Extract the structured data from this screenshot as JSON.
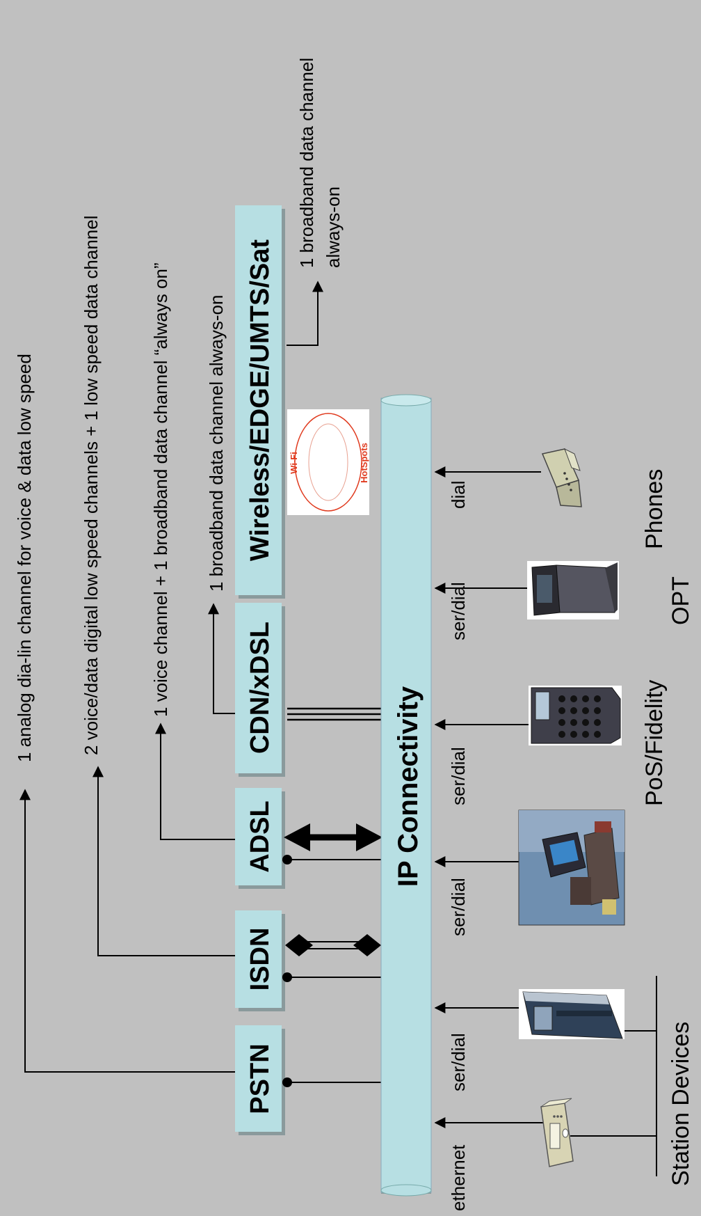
{
  "networks": [
    {
      "id": "pstn",
      "label": "PSTN"
    },
    {
      "id": "isdn",
      "label": "ISDN"
    },
    {
      "id": "adsl",
      "label": "ADSL"
    },
    {
      "id": "cdn",
      "label": "CDN/xDSL"
    },
    {
      "id": "wireless",
      "label": "Wireless/EDGE/UMTS/Sat"
    }
  ],
  "descriptions": {
    "pstn": "1 analog dia-lin channel for voice & data low speed",
    "isdn": "2 voice/data digital low speed channels + 1 low speed data channel",
    "adsl": "1 voice channel + 1 broadband data channel “always on”",
    "cdn": "1 broadband data channel always-on",
    "wireless_line1": "1 broadband data channel",
    "wireless_line2": "always-on"
  },
  "backbone": {
    "label": "IP Connectivity"
  },
  "hotspot_logo": {
    "line1": "Wi-Fi",
    "line2": "HotSpots"
  },
  "connections": [
    {
      "id": "ethernet",
      "label": "ethernet"
    },
    {
      "id": "ser1",
      "label": "ser/dial"
    },
    {
      "id": "ser2",
      "label": "ser/dial"
    },
    {
      "id": "ser3",
      "label": "ser/dial"
    },
    {
      "id": "ser4",
      "label": "ser/dial"
    },
    {
      "id": "dial",
      "label": "dial"
    }
  ],
  "device_groups": {
    "station": "Station Devices",
    "opt": "OPT",
    "pos": "PoS/Fidelity",
    "phones": "Phones"
  },
  "colors": {
    "background": "#c0c0c0",
    "box_fill": "#b7dfe3",
    "box_shadow": "#8a9a9c",
    "logo_red": "#e03a1e"
  }
}
